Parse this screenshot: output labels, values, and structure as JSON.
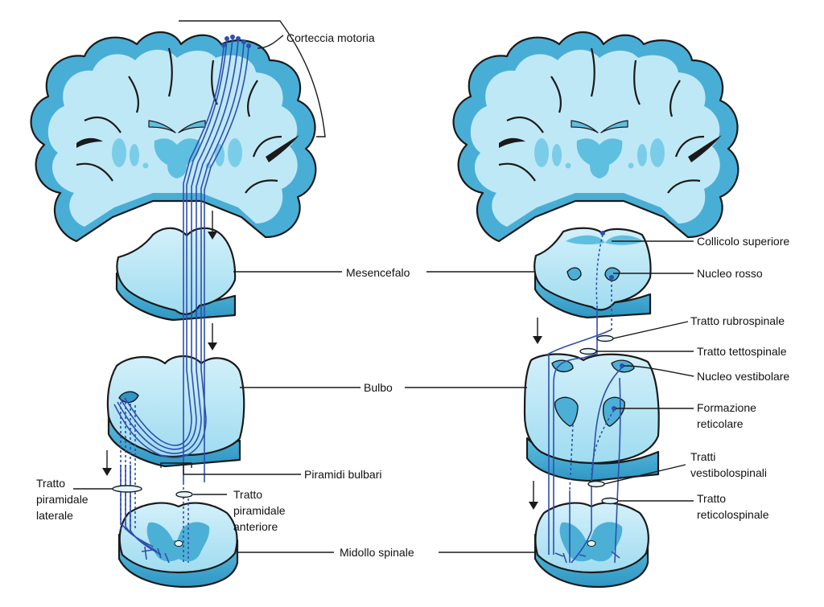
{
  "colors": {
    "tissue": "#b9e6f4",
    "tissue_dark": "#4cb0d6",
    "tissue_mid": "#8fd3eb",
    "tract": "#2e4fae",
    "outline": "#1a1a1a"
  },
  "labels": {
    "corteccia_motoria": "Corteccia motoria",
    "mesencefalo": "Mesencefalo",
    "bulbo": "Bulbo",
    "piramidi_bulbari": "Piramidi bulbari",
    "tratto_piramidale_laterale": [
      "Tratto",
      "piramidale",
      "laterale"
    ],
    "tratto_piramidale_anteriore": [
      "Tratto",
      "piramidale",
      "anteriore"
    ],
    "midollo_spinale": "Midollo spinale",
    "collicolo_superiore": "Collicolo superiore",
    "nucleo_rosso": "Nucleo rosso",
    "tratto_rubrospinale": "Tratto rubrospinale",
    "tratto_tettospinale": "Tratto tettospinale",
    "nucleo_vestibolare": "Nucleo vestibolare",
    "formazione_reticolare": [
      "Formazione",
      "reticolare"
    ],
    "tratti_vestibolospinali": [
      "Tratti",
      "vestibolospinali"
    ],
    "tratto_reticolospinale": [
      "Tratto",
      "reticolospinale"
    ]
  }
}
